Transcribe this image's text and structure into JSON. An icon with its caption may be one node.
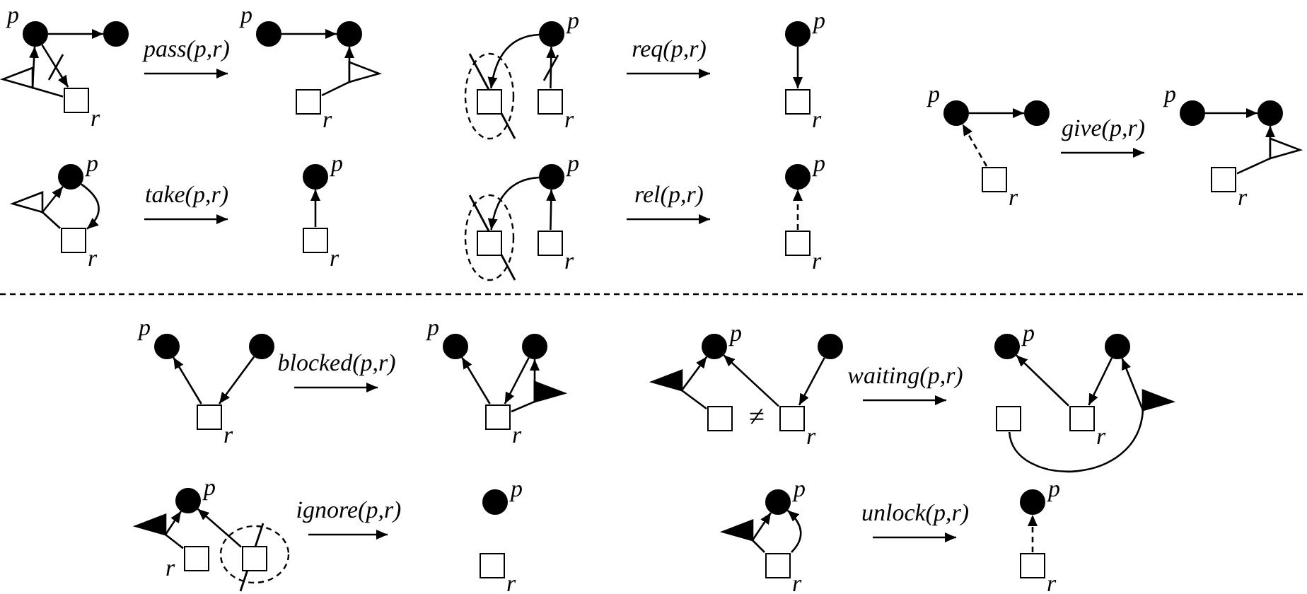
{
  "diagram": {
    "nodes": [
      {
        "text": [],
        "shape": "circle",
        "beside": [
          "p"
        ]
      },
      {
        "text": [],
        "shape": "circle"
      },
      {
        "text": [],
        "shape": "box",
        "beside": [
          "r"
        ]
      },
      {
        "text": [],
        "shape": "circle",
        "beside": [
          "p"
        ]
      },
      {
        "text": [],
        "shape": "circle"
      },
      {
        "text": [],
        "shape": "box",
        "beside": [
          "r"
        ]
      },
      {
        "text": [],
        "shape": "circle",
        "beside": [
          "p"
        ]
      },
      {
        "text": [],
        "shape": "box"
      },
      {
        "text": [],
        "shape": "box",
        "beside": [
          "r"
        ]
      },
      {
        "text": [],
        "shape": "circle",
        "beside": [
          "p"
        ]
      },
      {
        "text": [],
        "shape": "box",
        "beside": [
          "r"
        ]
      },
      {
        "text": [],
        "shape": "circle",
        "beside": [
          "p"
        ]
      },
      {
        "text": [],
        "shape": "circle"
      },
      {
        "text": [],
        "shape": "box",
        "beside": [
          "r"
        ]
      },
      {
        "text": [],
        "shape": "circle",
        "beside": [
          "p"
        ]
      },
      {
        "text": [],
        "shape": "circle"
      },
      {
        "text": [],
        "shape": "box",
        "beside": [
          "r"
        ]
      },
      {
        "text": [],
        "shape": "circle",
        "beside": [
          "p"
        ]
      },
      {
        "text": [],
        "shape": "box",
        "beside": [
          "r"
        ]
      },
      {
        "text": [],
        "shape": "circle",
        "beside": [
          "p"
        ]
      },
      {
        "text": [],
        "shape": "box",
        "beside": [
          "r"
        ]
      },
      {
        "text": [],
        "shape": "circle",
        "beside": [
          "p"
        ]
      },
      {
        "text": [],
        "shape": "box"
      },
      {
        "text": [],
        "shape": "box",
        "beside": [
          "r"
        ]
      },
      {
        "text": [],
        "shape": "circle",
        "beside": [
          "p"
        ]
      },
      {
        "text": [],
        "shape": "box",
        "beside": [
          "r"
        ]
      },
      {
        "text": [],
        "shape": "circle",
        "beside": [
          "p"
        ]
      },
      {
        "text": [],
        "shape": "circle"
      },
      {
        "text": [],
        "shape": "box",
        "beside": [
          "r"
        ]
      },
      {
        "text": [],
        "shape": "circle",
        "beside": [
          "p"
        ]
      },
      {
        "text": [],
        "shape": "circle"
      },
      {
        "text": [],
        "shape": "box",
        "beside": [
          "r"
        ]
      },
      {
        "text": [],
        "shape": "circle",
        "beside": [
          "p"
        ]
      },
      {
        "text": [],
        "shape": "circle"
      },
      {
        "text": [],
        "shape": "box"
      },
      {
        "text": [],
        "shape": "box",
        "beside": [
          "r"
        ]
      },
      {
        "text": [],
        "shape": "circle",
        "beside": [
          "p"
        ]
      },
      {
        "text": [],
        "shape": "circle"
      },
      {
        "text": [],
        "shape": "box"
      },
      {
        "text": [],
        "shape": "box",
        "beside": [
          "r"
        ]
      },
      {
        "text": [],
        "shape": "circle",
        "beside": [
          "p"
        ]
      },
      {
        "text": [],
        "shape": "box",
        "beside": [
          "r"
        ]
      },
      {
        "text": [],
        "shape": "box"
      },
      {
        "text": [],
        "shape": "circle",
        "beside": [
          "p"
        ]
      },
      {
        "text": [],
        "shape": "box",
        "beside": [
          "r"
        ]
      },
      {
        "text": [],
        "shape": "circle",
        "beside": [
          "p"
        ]
      },
      {
        "text": [],
        "shape": "box",
        "beside": [
          "r"
        ]
      },
      {
        "text": [],
        "shape": "circle",
        "beside": [
          "p"
        ]
      },
      {
        "text": [],
        "shape": "box",
        "beside": [
          "r"
        ]
      }
    ],
    "edges": [
      {
        "from": 0,
        "to": 1,
        "arrow": "to"
      },
      {
        "from": 2,
        "to": 0,
        "arrow": "to"
      },
      {
        "from": 0,
        "to": 2,
        "arrow": "to"
      },
      {
        "from": 3,
        "to": 4,
        "arrow": "to"
      },
      {
        "from": 5,
        "to": 4,
        "arrow": "to"
      },
      {
        "from": 6,
        "to": 7,
        "arrow": "to"
      },
      {
        "from": 8,
        "to": 6,
        "arrow": "to"
      },
      {
        "from": 9,
        "to": 10,
        "arrow": "to"
      },
      {
        "from": 11,
        "to": 12,
        "arrow": "to"
      },
      {
        "from": 13,
        "to": 11,
        "arrow": "to",
        "style": "dashed"
      },
      {
        "from": 14,
        "to": 15,
        "arrow": "to"
      },
      {
        "from": 16,
        "to": 15,
        "arrow": "to"
      },
      {
        "from": 18,
        "to": 17,
        "arrow": "to"
      },
      {
        "from": 17,
        "to": 18,
        "arrow": "to"
      },
      {
        "from": 20,
        "to": 19,
        "arrow": "to"
      },
      {
        "from": 21,
        "to": 22,
        "arrow": "to"
      },
      {
        "from": 23,
        "to": 21,
        "arrow": "to"
      },
      {
        "from": 25,
        "to": 24,
        "arrow": "to",
        "style": "dashed"
      },
      {
        "from": 28,
        "to": 26,
        "arrow": "to"
      },
      {
        "from": 27,
        "to": 28,
        "arrow": "to"
      },
      {
        "from": 31,
        "to": 29,
        "arrow": "to"
      },
      {
        "from": 30,
        "to": 31,
        "arrow": "to"
      },
      {
        "from": 31,
        "to": 30,
        "arrow": "to"
      },
      {
        "from": 34,
        "to": 32,
        "arrow": "to"
      },
      {
        "from": 35,
        "to": 32,
        "arrow": "to"
      },
      {
        "from": 33,
        "to": 35,
        "arrow": "to"
      },
      {
        "from": 39,
        "to": 36,
        "arrow": "to"
      },
      {
        "from": 37,
        "to": 39,
        "arrow": "to"
      },
      {
        "from": 38,
        "to": 37,
        "arrow": "to"
      },
      {
        "from": 41,
        "to": 40,
        "arrow": "to"
      },
      {
        "from": 42,
        "to": 40,
        "arrow": "to"
      },
      {
        "from": 46,
        "to": 45,
        "arrow": "to"
      },
      {
        "from": 46,
        "to": 45,
        "arrow": "to"
      },
      {
        "from": 48,
        "to": 47,
        "arrow": "to",
        "style": "dashed"
      }
    ],
    "labels": [
      "pass(p,r)",
      "req(p,r)",
      "give(p,r)",
      "take(p,r)",
      "rel(p,r)",
      "blocked(p,r)",
      "≠",
      "waiting(p,r)",
      "ignore(p,r)",
      "unlock(p,r)"
    ]
  }
}
